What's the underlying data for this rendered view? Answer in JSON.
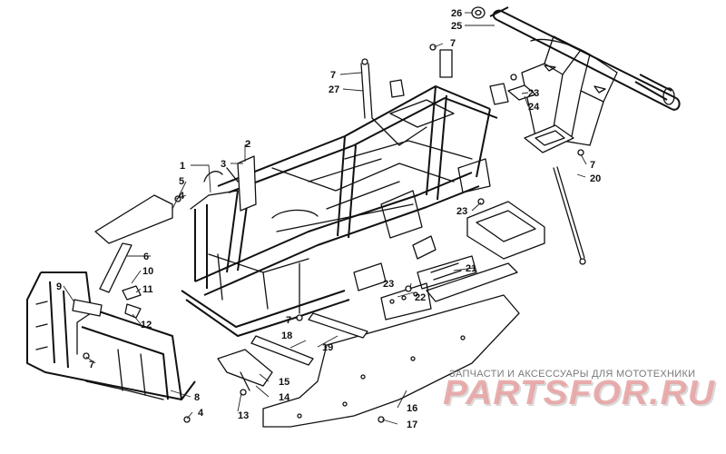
{
  "watermark": {
    "tagline": "ЗАПЧАСТИ И АКСЕССУАРЫ ДЛЯ МОТОТЕХНИКИ",
    "brand": "PARTSFOR.RU"
  },
  "callouts": [
    {
      "id": "c1",
      "label": "1"
    },
    {
      "id": "c2",
      "label": "2"
    },
    {
      "id": "c3",
      "label": "3"
    },
    {
      "id": "c4a",
      "label": "4"
    },
    {
      "id": "c4b",
      "label": "4"
    },
    {
      "id": "c5",
      "label": "5"
    },
    {
      "id": "c6",
      "label": "6"
    },
    {
      "id": "c7a",
      "label": "7"
    },
    {
      "id": "c7b",
      "label": "7"
    },
    {
      "id": "c7c",
      "label": "7"
    },
    {
      "id": "c7d",
      "label": "7"
    },
    {
      "id": "c7e",
      "label": "7"
    },
    {
      "id": "c8",
      "label": "8"
    },
    {
      "id": "c9",
      "label": "9"
    },
    {
      "id": "c10",
      "label": "10"
    },
    {
      "id": "c11",
      "label": "11"
    },
    {
      "id": "c12",
      "label": "12"
    },
    {
      "id": "c13",
      "label": "13"
    },
    {
      "id": "c14",
      "label": "14"
    },
    {
      "id": "c15",
      "label": "15"
    },
    {
      "id": "c16",
      "label": "16"
    },
    {
      "id": "c17",
      "label": "17"
    },
    {
      "id": "c18",
      "label": "18"
    },
    {
      "id": "c19",
      "label": "19"
    },
    {
      "id": "c20",
      "label": "20"
    },
    {
      "id": "c21",
      "label": "21"
    },
    {
      "id": "c22",
      "label": "22"
    },
    {
      "id": "c23a",
      "label": "23"
    },
    {
      "id": "c23b",
      "label": "23"
    },
    {
      "id": "c23c",
      "label": "23"
    },
    {
      "id": "c24",
      "label": "24"
    },
    {
      "id": "c25",
      "label": "25"
    },
    {
      "id": "c26",
      "label": "26"
    },
    {
      "id": "c27",
      "label": "27"
    }
  ]
}
